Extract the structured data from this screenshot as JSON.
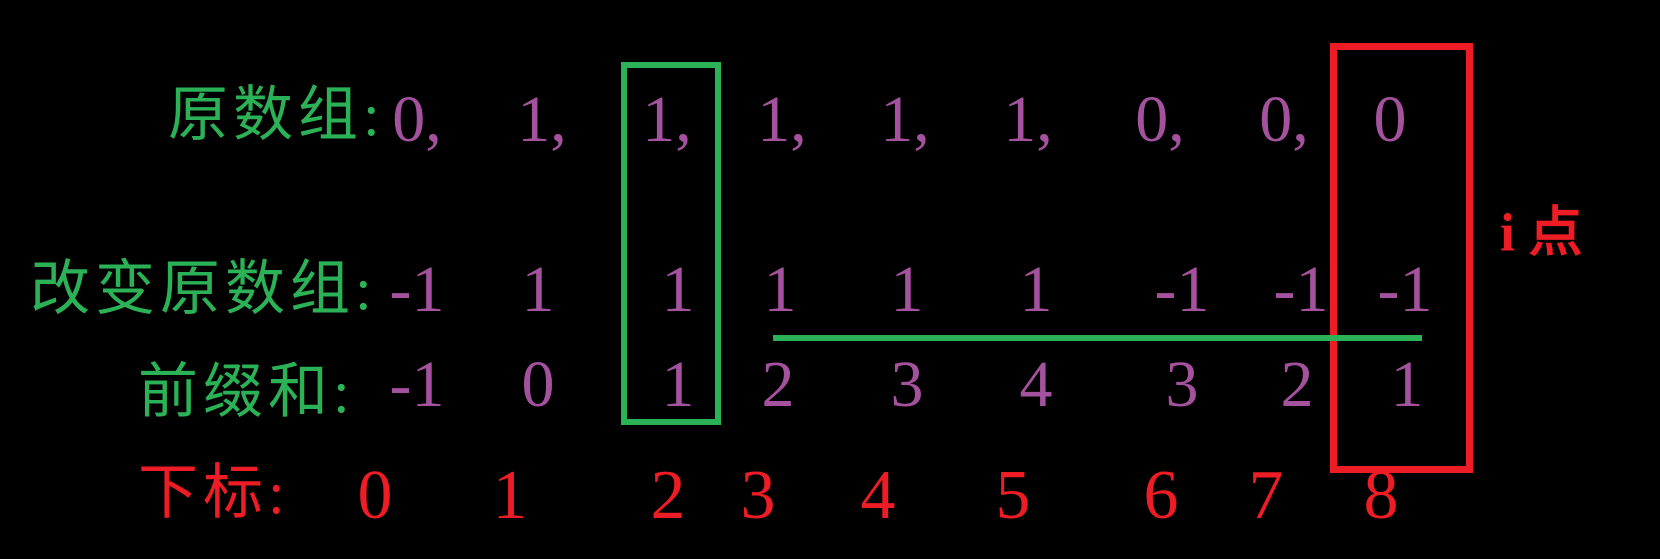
{
  "colors": {
    "background": "#000000",
    "green": "#2bb257",
    "purple": "#a4529e",
    "red": "#ee1c24"
  },
  "rows": [
    {
      "id": "original-array",
      "label": "原数组:",
      "label_color": "green",
      "value_color": "purple",
      "values": [
        "0,",
        "1,",
        "1,",
        "1,",
        "1,",
        "1,",
        "0,",
        "0,",
        "0"
      ]
    },
    {
      "id": "modified-array",
      "label": "改变原数组:",
      "label_color": "green",
      "value_color": "purple",
      "values": [
        "-1",
        "1",
        "1",
        "1",
        "1",
        "1",
        "-1",
        "-1",
        "-1"
      ]
    },
    {
      "id": "prefix-sum",
      "label": "前缀和:",
      "label_color": "green",
      "value_color": "purple",
      "values": [
        "-1",
        "0",
        "1",
        "2",
        "3",
        "4",
        "3",
        "2",
        "1"
      ]
    },
    {
      "id": "index",
      "label": "下标:",
      "label_color": "red",
      "value_color": "red",
      "values": [
        "0",
        "1",
        "2",
        "3",
        "4",
        "5",
        "6",
        "7",
        "8"
      ]
    }
  ],
  "annotations": {
    "i_point_label": "i 点",
    "green_box_column": 2,
    "red_box_column": 8,
    "green_underline_columns": "3-8"
  }
}
